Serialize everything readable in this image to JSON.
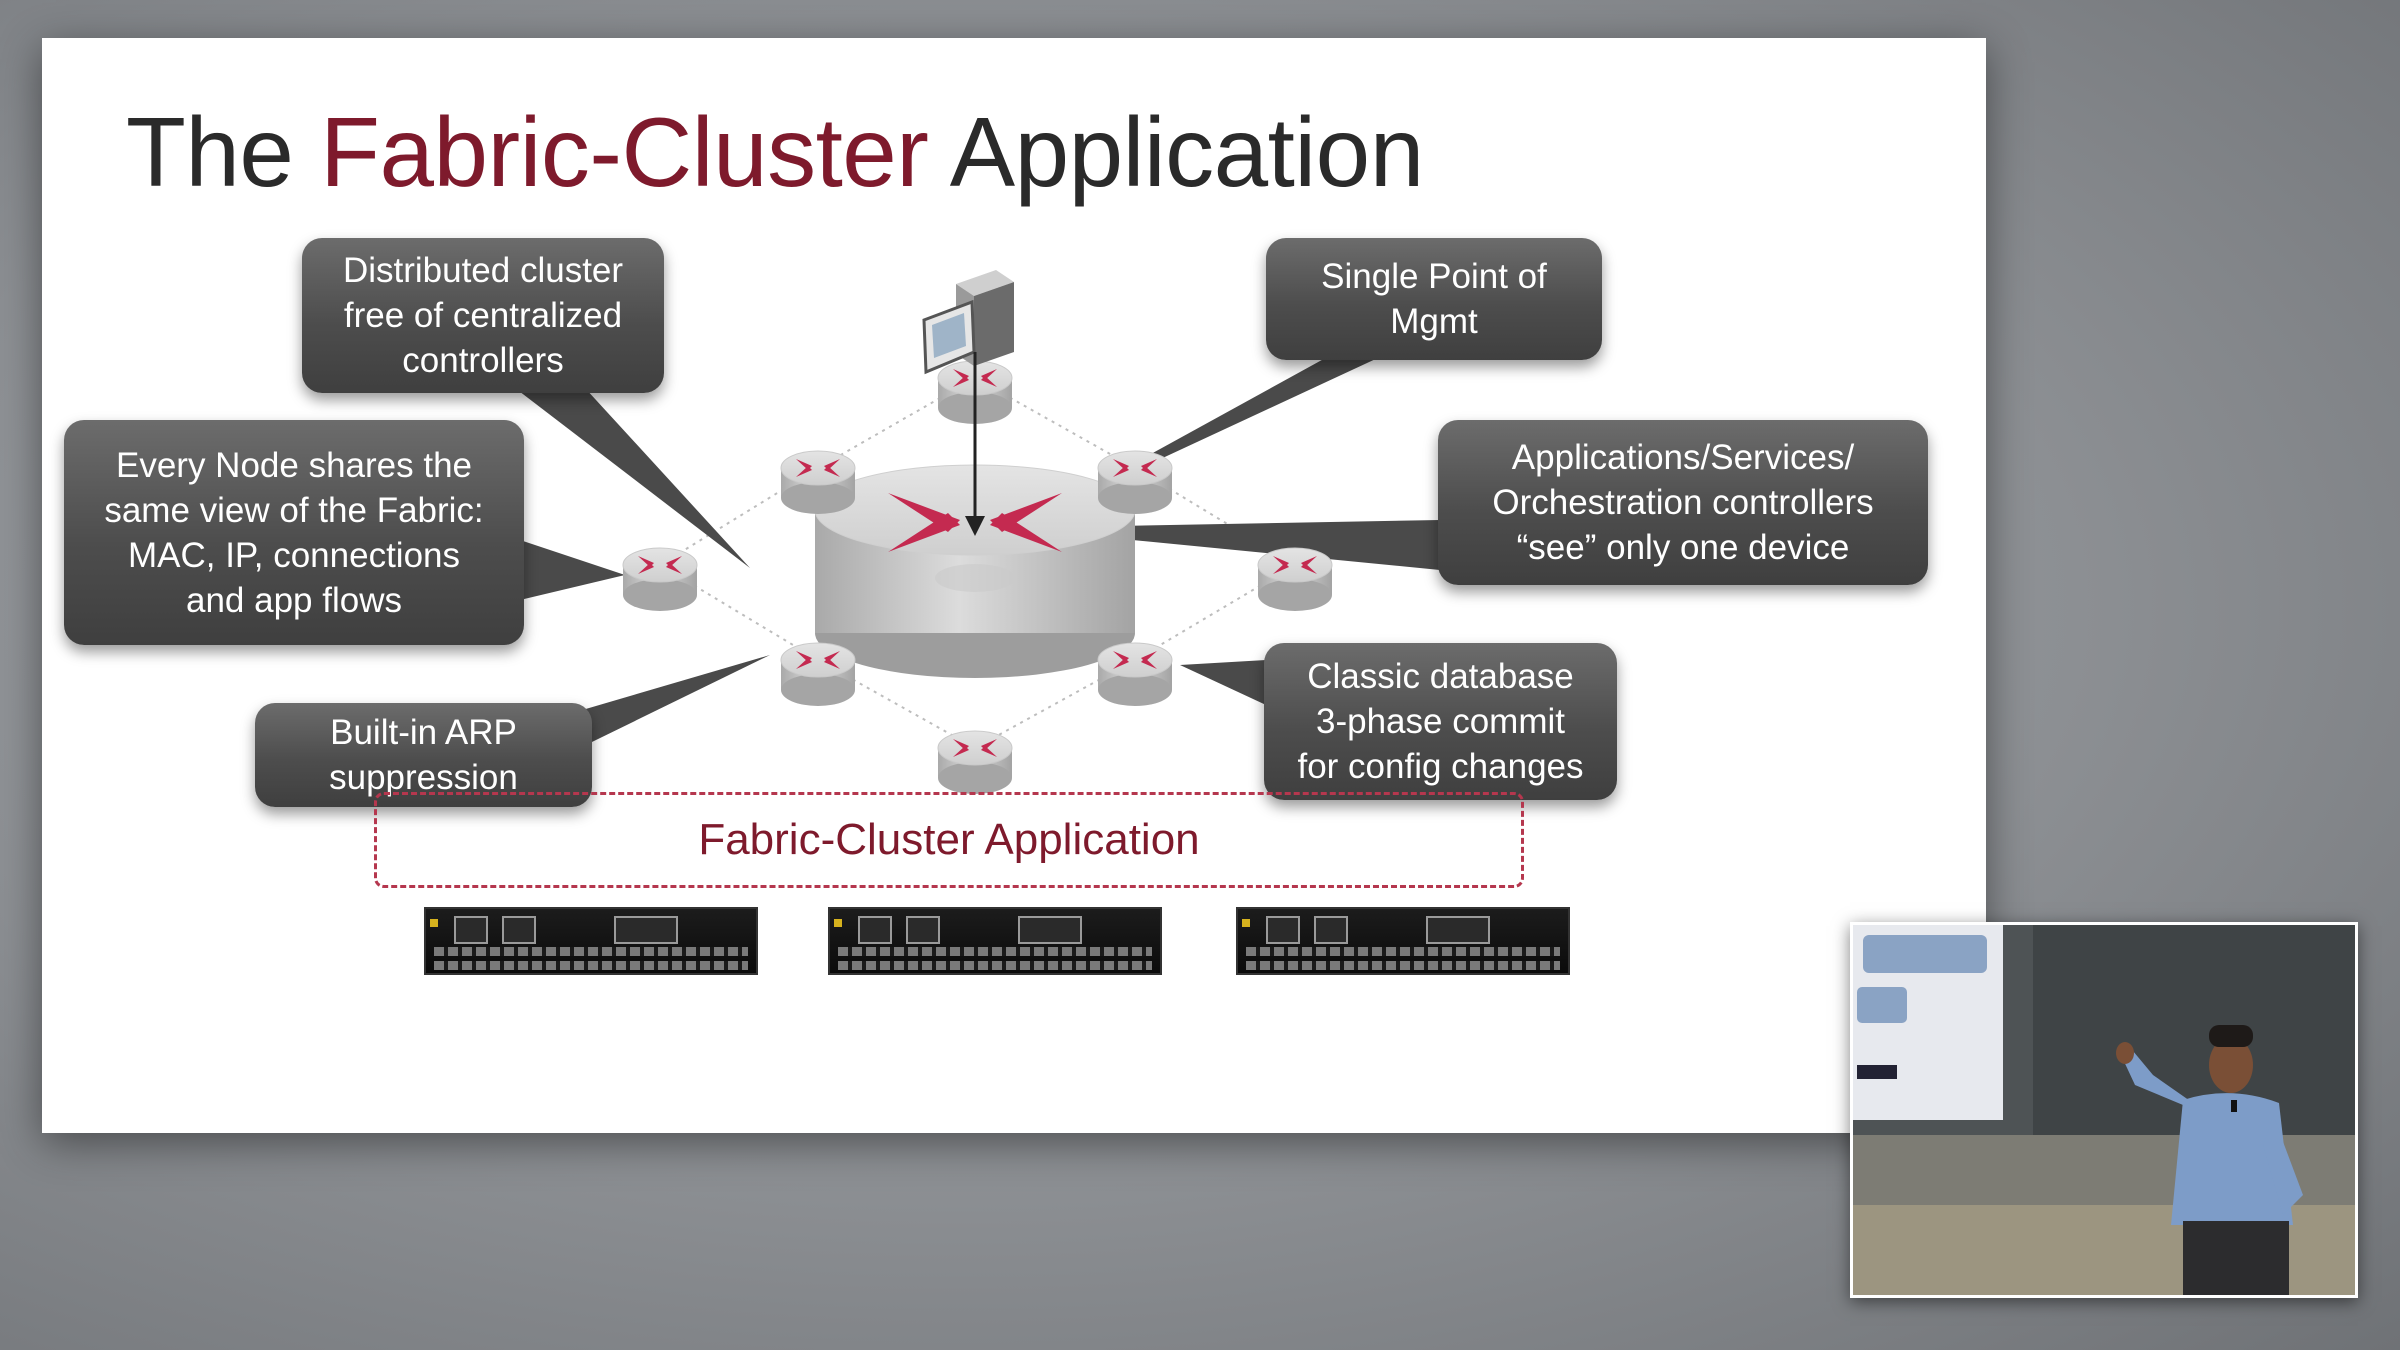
{
  "title": {
    "prefix": "The",
    "accent": "Fabric-Cluster",
    "suffix": "Application"
  },
  "callouts": {
    "distributed": "Distributed cluster\nfree of centralized\ncontrollers",
    "single_point": "Single Point of\nMgmt",
    "every_node": "Every Node shares the\nsame view of the Fabric:\nMAC, IP, connections\nand app flows",
    "applications": "Applications/Services/\nOrchestration controllers\n“see” only one device",
    "arp": "Built-in ARP\nsuppression",
    "classic_db": "Classic database\n3-phase commit\nfor config changes"
  },
  "app_box_label": "Fabric-Cluster Application",
  "switch_count": 3,
  "colors": {
    "accent": "#7e1a2c",
    "router_arrows": "#c42a50",
    "callout_bg": "#505050",
    "slide_bg": "#ffffff",
    "screen_bg": "#9a9ca0"
  },
  "icons": [
    "router-icon",
    "management-server-icon",
    "switch-chassis-icon"
  ]
}
